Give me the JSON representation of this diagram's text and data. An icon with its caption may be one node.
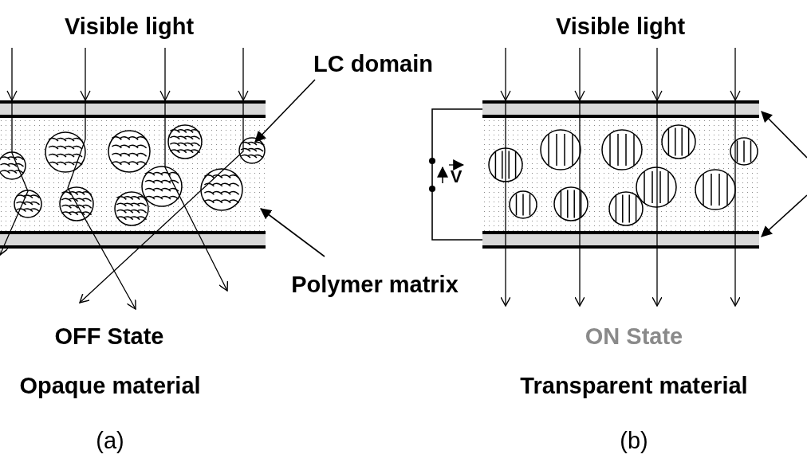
{
  "diagram": {
    "nodes": [
      {
        "text": [
          "LC domain"
        ]
      },
      {
        "text": [
          "Polymer matrix"
        ]
      },
      {
        "text": [],
        "shape": "box"
      },
      {
        "text": [],
        "shape": "bar"
      },
      {
        "text": [],
        "shape": "bar"
      },
      {
        "text": [],
        "shape": "box"
      },
      {
        "text": [],
        "shape": "bar"
      },
      {
        "text": [],
        "shape": "bar"
      },
      {
        "text": [],
        "shape": "circle",
        "in": 2
      },
      {
        "text": [],
        "shape": "circle",
        "in": 2
      },
      {
        "text": [],
        "shape": "circle",
        "in": 2
      },
      {
        "text": [],
        "shape": "circle",
        "in": 2
      },
      {
        "text": [],
        "shape": "circle",
        "in": 2
      },
      {
        "text": [],
        "shape": "circle",
        "in": 2
      },
      {
        "text": [],
        "shape": "circle",
        "in": 2
      },
      {
        "text": [],
        "shape": "circle",
        "in": 2
      },
      {
        "text": [],
        "shape": "circle",
        "in": 2
      },
      {
        "text": [],
        "shape": "circle",
        "in": 2
      },
      {
        "text": [],
        "shape": "circle",
        "in": 5
      },
      {
        "text": [],
        "shape": "circle",
        "in": 5
      },
      {
        "text": [],
        "shape": "circle",
        "in": 5
      },
      {
        "text": [],
        "shape": "circle",
        "in": 5
      },
      {
        "text": [],
        "shape": "circle",
        "in": 5
      },
      {
        "text": [],
        "shape": "circle",
        "in": 5
      },
      {
        "text": [],
        "shape": "circle",
        "in": 5
      },
      {
        "text": [],
        "shape": "circle",
        "in": 5
      },
      {
        "text": [],
        "shape": "circle",
        "in": 5
      },
      {
        "text": [],
        "shape": "circle",
        "in": 5
      }
    ],
    "edges": [
      {
        "from": 0,
        "to": 12,
        "arrow": "to"
      },
      {
        "from": 1,
        "to": 2,
        "arrow": "to"
      },
      {
        "from": null,
        "to": 6,
        "arrow": "to"
      },
      {
        "from": null,
        "to": 7,
        "arrow": "to"
      },
      {
        "from": 6,
        "to": 7,
        "arrow": "none"
      }
    ],
    "labels": [
      "Visible light",
      "Visible light",
      "V",
      "OFF State",
      "ON State",
      "Opaque material",
      "Transparent material",
      "(a)",
      "(b)"
    ]
  }
}
